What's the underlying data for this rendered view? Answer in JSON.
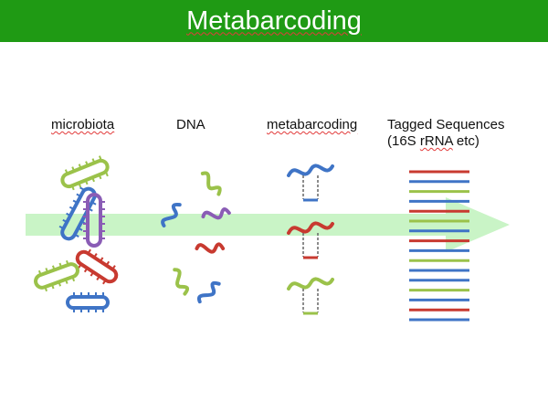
{
  "title": "Metabarcoding",
  "columns": {
    "microbiota": "microbiota",
    "dna": "DNA",
    "metabarcoding": "metabarcoding",
    "tagged_line1": "Tagged Sequences",
    "tagged_line2": "(16S rRNA etc)"
  },
  "colors": {
    "title_bg": "#1f9a14",
    "arrow": "#c9f4c6",
    "green": "#9bc24a",
    "blue": "#3f74c6",
    "purple": "#8a5cb5",
    "red": "#c83a30"
  },
  "tagged_sequence_colors": [
    "red",
    "blue",
    "green",
    "blue",
    "red",
    "green",
    "blue",
    "red",
    "blue",
    "green",
    "blue",
    "blue",
    "green",
    "blue",
    "red",
    "blue"
  ]
}
